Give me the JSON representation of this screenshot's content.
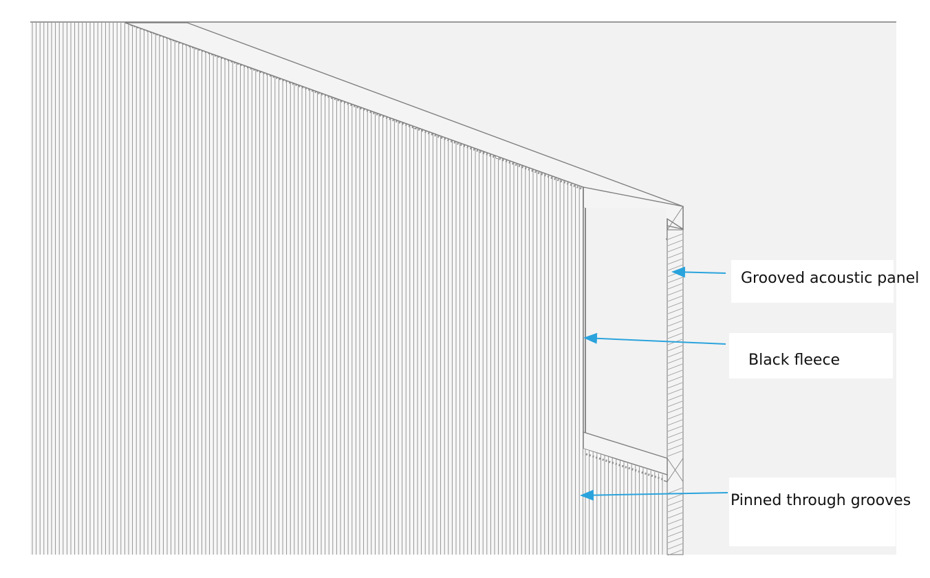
{
  "diagram": {
    "background_color": "#f2f2f2",
    "line_color": "#9a9a9a",
    "arrow_color": "#2aa3dc"
  },
  "labels": {
    "grooved_panel": "Grooved acoustic panel",
    "black_fleece": "Black fleece",
    "pinned_grooves": "Pinned through grooves"
  }
}
